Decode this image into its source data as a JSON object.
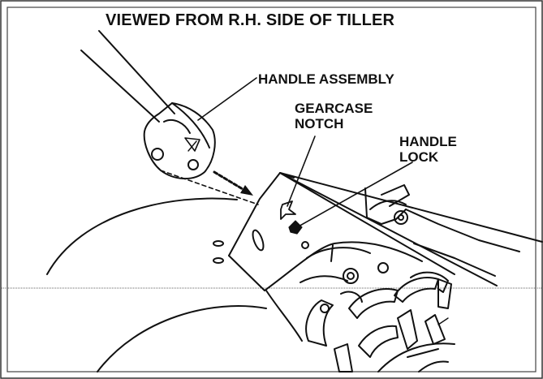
{
  "title": "VIEWED FROM R.H. SIDE OF TILLER",
  "callouts": {
    "handle_assembly": "HANDLE ASSEMBLY",
    "gearcase_notch": [
      "GEARCASE",
      "NOTCH"
    ],
    "handle_lock": [
      "HANDLE",
      "LOCK"
    ]
  },
  "colors": {
    "line": "#111111",
    "frame": "#333333",
    "background": "#ffffff"
  }
}
